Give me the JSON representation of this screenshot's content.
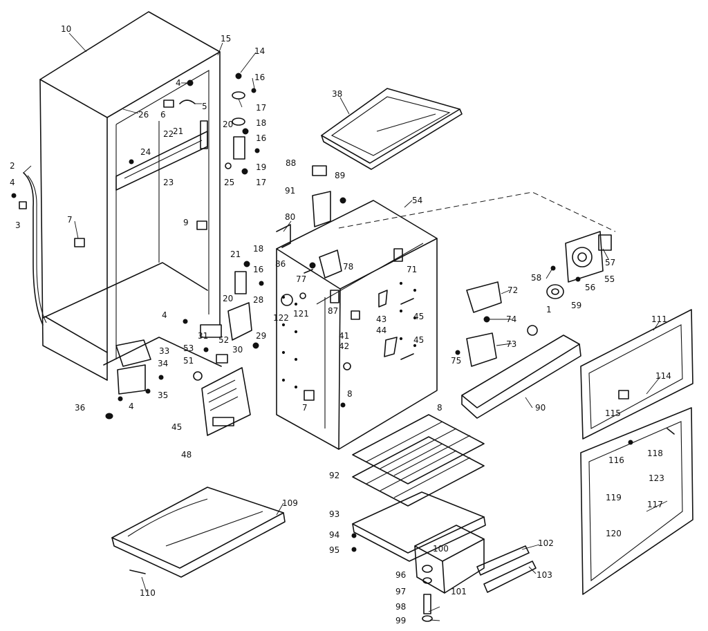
{
  "labels": [
    {
      "id": "10",
      "text": "10"
    },
    {
      "id": "15",
      "text": "15"
    },
    {
      "id": "14",
      "text": "14"
    },
    {
      "id": "16a",
      "text": "16"
    },
    {
      "id": "4a",
      "text": "4"
    },
    {
      "id": "5",
      "text": "5"
    },
    {
      "id": "6",
      "text": "6"
    },
    {
      "id": "26",
      "text": "26"
    },
    {
      "id": "17a",
      "text": "17"
    },
    {
      "id": "21a",
      "text": "21"
    },
    {
      "id": "22",
      "text": "22"
    },
    {
      "id": "20a",
      "text": "20"
    },
    {
      "id": "18a",
      "text": "18"
    },
    {
      "id": "16b",
      "text": "16"
    },
    {
      "id": "24",
      "text": "24"
    },
    {
      "id": "19",
      "text": "19"
    },
    {
      "id": "23",
      "text": "23"
    },
    {
      "id": "25",
      "text": "25"
    },
    {
      "id": "17b",
      "text": "17"
    },
    {
      "id": "2",
      "text": "2"
    },
    {
      "id": "4b",
      "text": "4"
    },
    {
      "id": "3",
      "text": "3"
    },
    {
      "id": "7a",
      "text": "7"
    },
    {
      "id": "9",
      "text": "9"
    },
    {
      "id": "38a",
      "text": "38"
    },
    {
      "id": "88",
      "text": "88"
    },
    {
      "id": "89",
      "text": "89"
    },
    {
      "id": "91",
      "text": "91"
    },
    {
      "id": "54",
      "text": "54"
    },
    {
      "id": "80",
      "text": "80"
    },
    {
      "id": "21b",
      "text": "21"
    },
    {
      "id": "18b",
      "text": "18"
    },
    {
      "id": "86",
      "text": "86"
    },
    {
      "id": "78",
      "text": "78"
    },
    {
      "id": "77",
      "text": "77"
    },
    {
      "id": "71",
      "text": "71"
    },
    {
      "id": "16c",
      "text": "16"
    },
    {
      "id": "20b",
      "text": "20"
    },
    {
      "id": "28",
      "text": "28"
    },
    {
      "id": "122",
      "text": "122"
    },
    {
      "id": "121",
      "text": "121"
    },
    {
      "id": "87",
      "text": "87"
    },
    {
      "id": "43",
      "text": "43"
    },
    {
      "id": "45a",
      "text": "45"
    },
    {
      "id": "44",
      "text": "44"
    },
    {
      "id": "41",
      "text": "41"
    },
    {
      "id": "42",
      "text": "42"
    },
    {
      "id": "45b",
      "text": "45"
    },
    {
      "id": "72",
      "text": "72"
    },
    {
      "id": "74",
      "text": "74"
    },
    {
      "id": "73",
      "text": "73"
    },
    {
      "id": "75",
      "text": "75"
    },
    {
      "id": "57",
      "text": "57"
    },
    {
      "id": "58a",
      "text": "58"
    },
    {
      "id": "55",
      "text": "55"
    },
    {
      "id": "56",
      "text": "56"
    },
    {
      "id": "59",
      "text": "59"
    },
    {
      "id": "1",
      "text": "1"
    },
    {
      "id": "111",
      "text": "111"
    },
    {
      "id": "4c",
      "text": "4"
    },
    {
      "id": "31",
      "text": "31"
    },
    {
      "id": "52",
      "text": "52"
    },
    {
      "id": "29",
      "text": "29"
    },
    {
      "id": "53",
      "text": "53"
    },
    {
      "id": "30",
      "text": "30"
    },
    {
      "id": "33",
      "text": "33"
    },
    {
      "id": "34",
      "text": "34"
    },
    {
      "id": "51",
      "text": "51"
    },
    {
      "id": "35",
      "text": "35"
    },
    {
      "id": "4d",
      "text": "4"
    },
    {
      "id": "36",
      "text": "36"
    },
    {
      "id": "45c",
      "text": "45"
    },
    {
      "id": "48",
      "text": "48"
    },
    {
      "id": "7b",
      "text": "7"
    },
    {
      "id": "8a",
      "text": "8"
    },
    {
      "id": "8b",
      "text": "8"
    },
    {
      "id": "90",
      "text": "90"
    },
    {
      "id": "114",
      "text": "114"
    },
    {
      "id": "115",
      "text": "115"
    },
    {
      "id": "118",
      "text": "118"
    },
    {
      "id": "116",
      "text": "116"
    },
    {
      "id": "123",
      "text": "123"
    },
    {
      "id": "92",
      "text": "92"
    },
    {
      "id": "119",
      "text": "119"
    },
    {
      "id": "117",
      "text": "117"
    },
    {
      "id": "109",
      "text": "109"
    },
    {
      "id": "93",
      "text": "93"
    },
    {
      "id": "120",
      "text": "120"
    },
    {
      "id": "94",
      "text": "94"
    },
    {
      "id": "102",
      "text": "102"
    },
    {
      "id": "95",
      "text": "95"
    },
    {
      "id": "100",
      "text": "100"
    },
    {
      "id": "103",
      "text": "103"
    },
    {
      "id": "96",
      "text": "96"
    },
    {
      "id": "97",
      "text": "97"
    },
    {
      "id": "101",
      "text": "101"
    },
    {
      "id": "110",
      "text": "110"
    },
    {
      "id": "98",
      "text": "98"
    },
    {
      "id": "99",
      "text": "99"
    }
  ]
}
